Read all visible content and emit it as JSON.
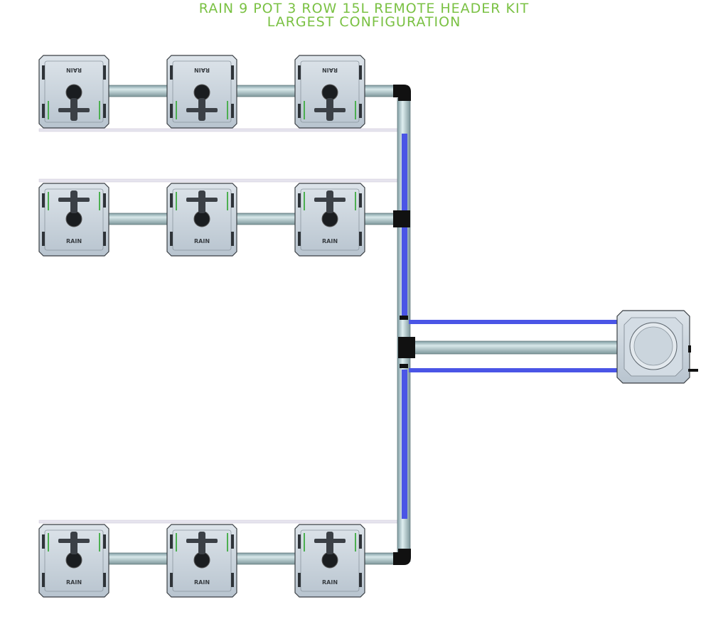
{
  "title": {
    "line1": "RAIN 9 POT 3 ROW 15L REMOTE HEADER KIT",
    "line2": "LARGEST CONFIGURATION"
  },
  "pot_label": "RAIN",
  "colors": {
    "title": "#7ac143",
    "pot_body": "#c9d4de",
    "pot_edge": "#3a3f44",
    "pipe": "#a9c3c7",
    "feed_line": "#4a55e6",
    "fitting": "#111111"
  },
  "pots": [
    {
      "name": "pot-row1-col1",
      "row": 1,
      "col": 1,
      "orientation": "up"
    },
    {
      "name": "pot-row1-col2",
      "row": 1,
      "col": 2,
      "orientation": "up"
    },
    {
      "name": "pot-row1-col3",
      "row": 1,
      "col": 3,
      "orientation": "up"
    },
    {
      "name": "pot-row2-col1",
      "row": 2,
      "col": 1,
      "orientation": "down"
    },
    {
      "name": "pot-row2-col2",
      "row": 2,
      "col": 2,
      "orientation": "down"
    },
    {
      "name": "pot-row2-col3",
      "row": 2,
      "col": 3,
      "orientation": "down"
    },
    {
      "name": "pot-row3-col1",
      "row": 3,
      "col": 1,
      "orientation": "down"
    },
    {
      "name": "pot-row3-col2",
      "row": 3,
      "col": 2,
      "orientation": "down"
    },
    {
      "name": "pot-row3-col3",
      "row": 3,
      "col": 3,
      "orientation": "down"
    }
  ]
}
